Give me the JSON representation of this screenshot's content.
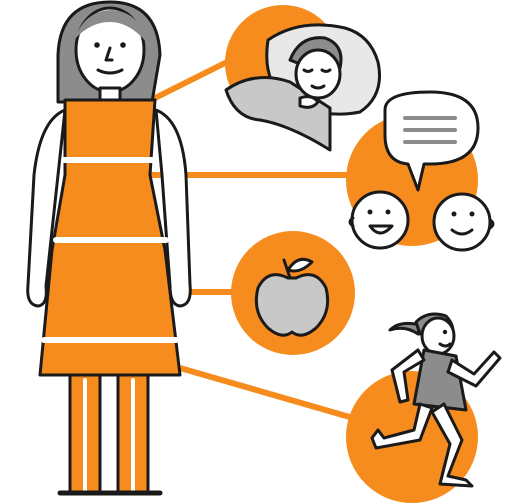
{
  "illustration": {
    "colors": {
      "accent": "#f78c1e",
      "outline": "#1a1a1a",
      "hair": "#8c8c8c",
      "skin": "#ffffff",
      "fill_gray": "#c8c8c8",
      "background": "#ffffff"
    },
    "figures": [
      {
        "id": "girl",
        "icon": "standing-girl-icon"
      },
      {
        "id": "sleep",
        "icon": "sleeping-person-icon"
      },
      {
        "id": "talk",
        "icon": "friends-talking-icon"
      },
      {
        "id": "food",
        "icon": "apple-icon"
      },
      {
        "id": "exercise",
        "icon": "running-girl-icon"
      }
    ]
  }
}
